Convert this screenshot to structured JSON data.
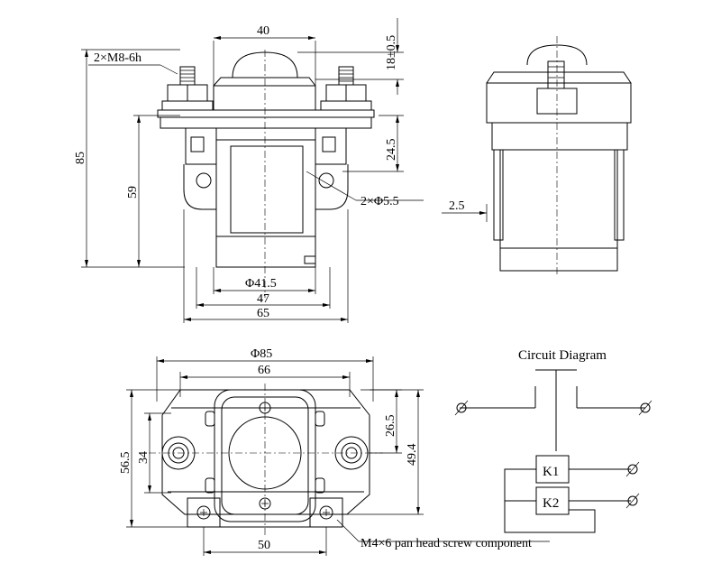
{
  "front_view": {
    "dim_width_top": "40",
    "dim_cap_height": "18±0.5",
    "dim_thread": "2×M8-6h",
    "dim_total_height": "85",
    "dim_body_height": "59",
    "dim_upper_height": "24.5",
    "dim_holes": "2×Φ5.5",
    "dim_bore": "Φ41.5",
    "dim_inner_width": "47",
    "dim_outer_width": "65"
  },
  "side_view": {
    "dim_offset": "2.5"
  },
  "top_view": {
    "dim_diameter": "Φ85",
    "dim_mount_width": "66",
    "dim_height_left": "56.5",
    "dim_height_inner": "34",
    "dim_height_right1": "26.5",
    "dim_height_right2": "49.4",
    "dim_bottom_width": "50",
    "screw_note": "M4×6 pan head screw component"
  },
  "circuit": {
    "title": "Circuit Diagram",
    "coil1": "K1",
    "coil2": "K2"
  }
}
